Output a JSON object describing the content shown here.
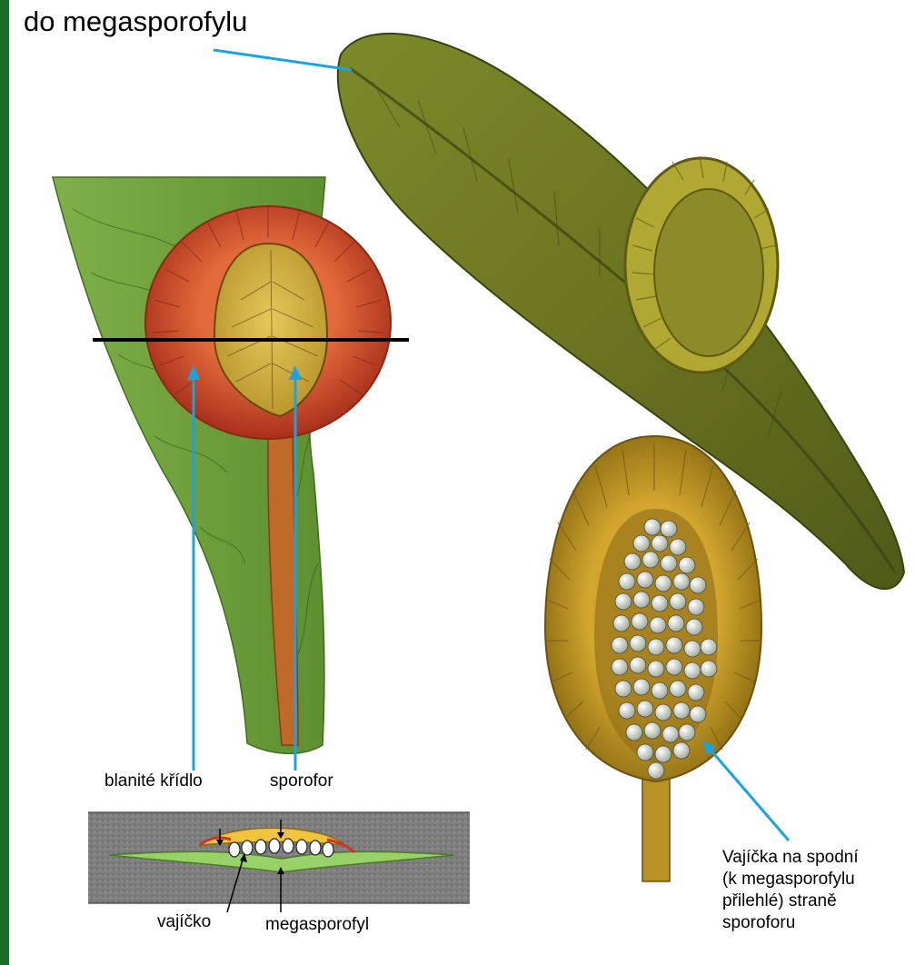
{
  "labels": {
    "title_fragment": "do megasporofylu",
    "wing": "blanité křídlo",
    "sporophore": "sporofor",
    "ovule": "vajíčko",
    "megasporophyll": "megasporofyl",
    "ovules_note": [
      "Vajíčka na spodní",
      "(k megasporofylu",
      "přilehlé) straně",
      "sporoforu"
    ]
  },
  "colors": {
    "outer_border": "#1e6a2a",
    "pointer_line": "#1aa3e0",
    "olive_leaf": "#6f7a22",
    "green_leaf": "#6ea03a",
    "red_wing": "#c8472a",
    "sporophore_yellow": "#c9a83a",
    "section_gray": "#8a8a8a"
  }
}
